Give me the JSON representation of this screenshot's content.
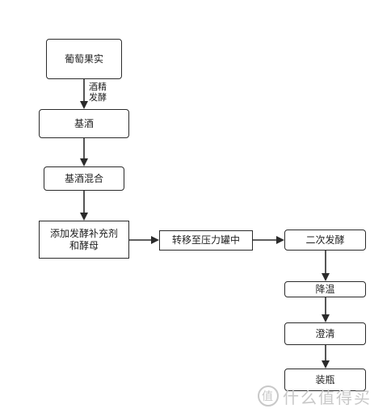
{
  "nodes": {
    "grape_fruit": "葡萄果实",
    "base_wine": "基酒",
    "base_wine_blend": "基酒混合",
    "add_yeast_sugar_line1": "添加发酵补充剂",
    "add_yeast_sugar_line2": "和酵母",
    "transfer_to_tank": "转移至压力罐中",
    "secondary_fermentation": "二次发酵",
    "cool_down": "降温",
    "clarify": "澄清",
    "bottling": "装瓶"
  },
  "edge_labels": {
    "alcoholic_line1": "酒精",
    "alcoholic_line2": "发酵"
  },
  "watermark": {
    "icon": "value-circle-icon",
    "text": "什么值得买"
  },
  "colors": {
    "stroke": "#2b2b2b",
    "watermark": "#c8c8c8"
  }
}
